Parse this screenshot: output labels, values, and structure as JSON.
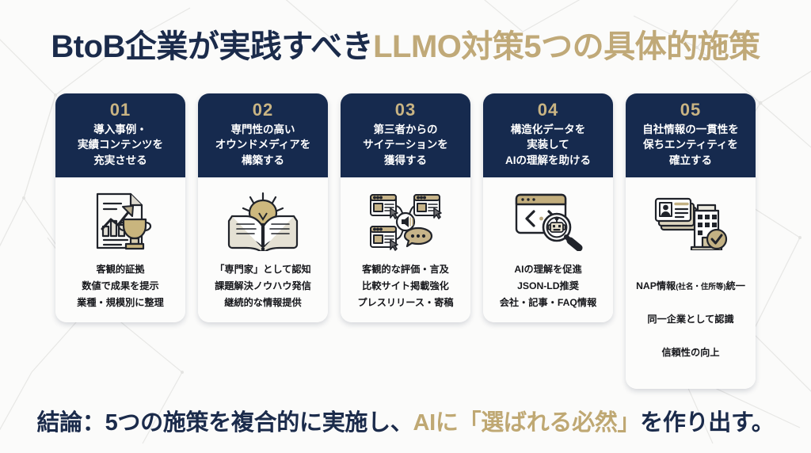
{
  "title": {
    "part_navy": "BtoB企業が実践すべき",
    "part_gold": "LLMO対策5つの具体的施策",
    "color_navy": "#1b2b4b",
    "color_gold": "#c0a978"
  },
  "theme": {
    "background": "#fbfbfa",
    "card_header_bg": "#162a4e",
    "card_body_bg": "#fcfcfb",
    "number_gold": "#c9b483",
    "accent_gold": "#bfa873",
    "mesh_line": "#e6e6e4"
  },
  "cards": [
    {
      "number": "01",
      "title": "導入事例・\n実績コンテンツを\n充実させる",
      "icon": "document-chart-trophy-icon",
      "lines": "客観的証拠\n数値で成果を提示\n業種・規模別に整理"
    },
    {
      "number": "02",
      "title": "専門性の高い\nオウンドメディアを\n構築する",
      "icon": "open-book-lightbulb-icon",
      "lines": "「専門家」として認知\n課題解決ノウハウ発信\n継続的な情報提供"
    },
    {
      "number": "03",
      "title": "第三者からの\nサイテーションを\n獲得する",
      "icon": "linked-websites-megaphone-icon",
      "lines": "客観的な評価・言及\n比較サイト掲載強化\nプレスリリース・寄稿"
    },
    {
      "number": "04",
      "title": "構造化データを\n実装して\nAIの理解を助ける",
      "icon": "code-window-robot-magnifier-icon",
      "lines": "AIの理解を促進\nJSON-LD推奨\n会社・記事・FAQ情報"
    },
    {
      "number": "05",
      "title": "自社情報の一貫性を\n保ちエンティティを\n確立する",
      "icon": "id-cards-building-check-icon",
      "line1_main": "NAP情報",
      "line1_small": "(社名・住所等)",
      "line1_tail": "統一",
      "line2": "同一企業として認識",
      "line3": "信頼性の向上"
    }
  ],
  "footer": {
    "part1_navy": "結論：5つの施策を複合的に実施し、",
    "part2_gold": "AIに「選ばれる必然」",
    "part3_navy": "を作り出す。"
  }
}
